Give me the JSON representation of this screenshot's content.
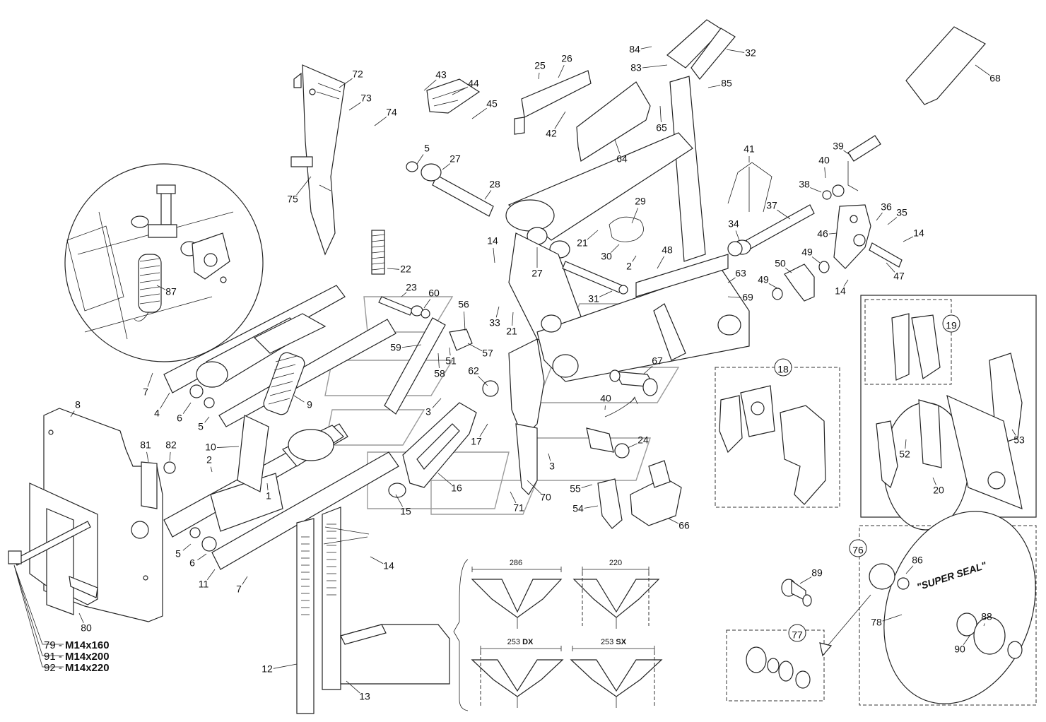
{
  "callouts": [
    "72",
    "73",
    "74",
    "43",
    "44",
    "45",
    "25",
    "26",
    "42",
    "65",
    "64",
    "84",
    "83",
    "32",
    "85",
    "68",
    "5",
    "27",
    "28",
    "14",
    "27",
    "21",
    "30",
    "2",
    "29",
    "48",
    "31",
    "63",
    "69",
    "41",
    "39",
    "40",
    "38",
    "37",
    "36",
    "35",
    "14",
    "34",
    "46",
    "49",
    "50",
    "49",
    "47",
    "14",
    "22",
    "23",
    "60",
    "56",
    "33",
    "21",
    "59",
    "58",
    "51",
    "57",
    "62",
    "3",
    "67",
    "40",
    "24",
    "3",
    "70",
    "71",
    "55",
    "54",
    "66",
    "17",
    "16",
    "15",
    "7",
    "4",
    "6",
    "5",
    "9",
    "10",
    "2",
    "1",
    "8",
    "81",
    "82",
    "80",
    "5",
    "6",
    "11",
    "7",
    "12",
    "13",
    "14",
    "75",
    "87",
    "18",
    "19",
    "52",
    "53",
    "20",
    "76",
    "86",
    "78",
    "88",
    "90",
    "89",
    "77"
  ],
  "dimensions": {
    "d1": "286",
    "d2": "220",
    "d3_value": "253",
    "d3_side": "DX",
    "d4_value": "253",
    "d4_side": "SX"
  },
  "disc_text": "\"SUPER SEAL\"",
  "legend": [
    {
      "code": "79",
      "size": "M14x160"
    },
    {
      "code": "91",
      "size": "M14x200"
    },
    {
      "code": "92",
      "size": "M14x220"
    }
  ]
}
